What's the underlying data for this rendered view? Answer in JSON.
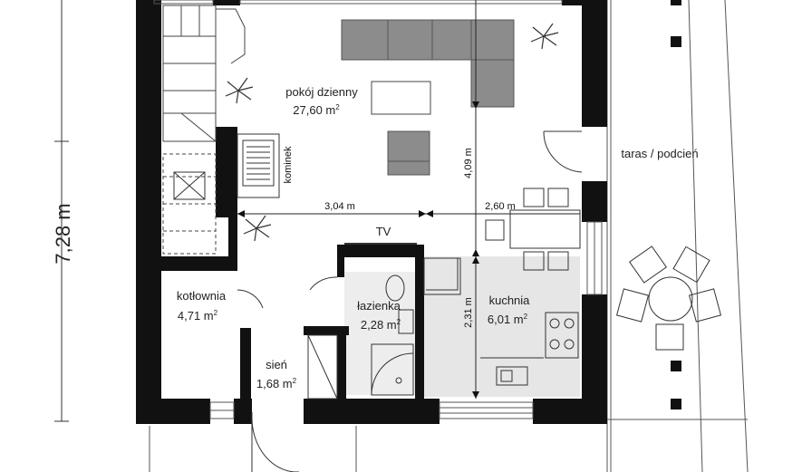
{
  "plan": {
    "overall_height": "7,28 m",
    "rooms": {
      "living": {
        "name": "pokój dzienny",
        "area": "27,60 m",
        "sup": "2"
      },
      "boiler": {
        "name": "kotłownia",
        "area": "4,71 m",
        "sup": "2"
      },
      "bath": {
        "name": "łazienka",
        "area": "2,28 m",
        "sup": "2"
      },
      "kitchen": {
        "name": "kuchnia",
        "area": "6,01 m",
        "sup": "2"
      },
      "hall": {
        "name": "sień",
        "area": "1,68 m",
        "sup": "2"
      },
      "terrace": {
        "name": "taras / podcień"
      }
    },
    "fireplace": "kominek",
    "tv": "TV",
    "dimensions": {
      "d1": "3,04 m",
      "d2": "2,60 m",
      "d3": "4,09 m",
      "d4": "2,31 m"
    }
  },
  "colors": {
    "wall": "#111111",
    "furniture": "#8c8c8c",
    "floor_tile": "#e6e6e6",
    "line": "#333333"
  }
}
